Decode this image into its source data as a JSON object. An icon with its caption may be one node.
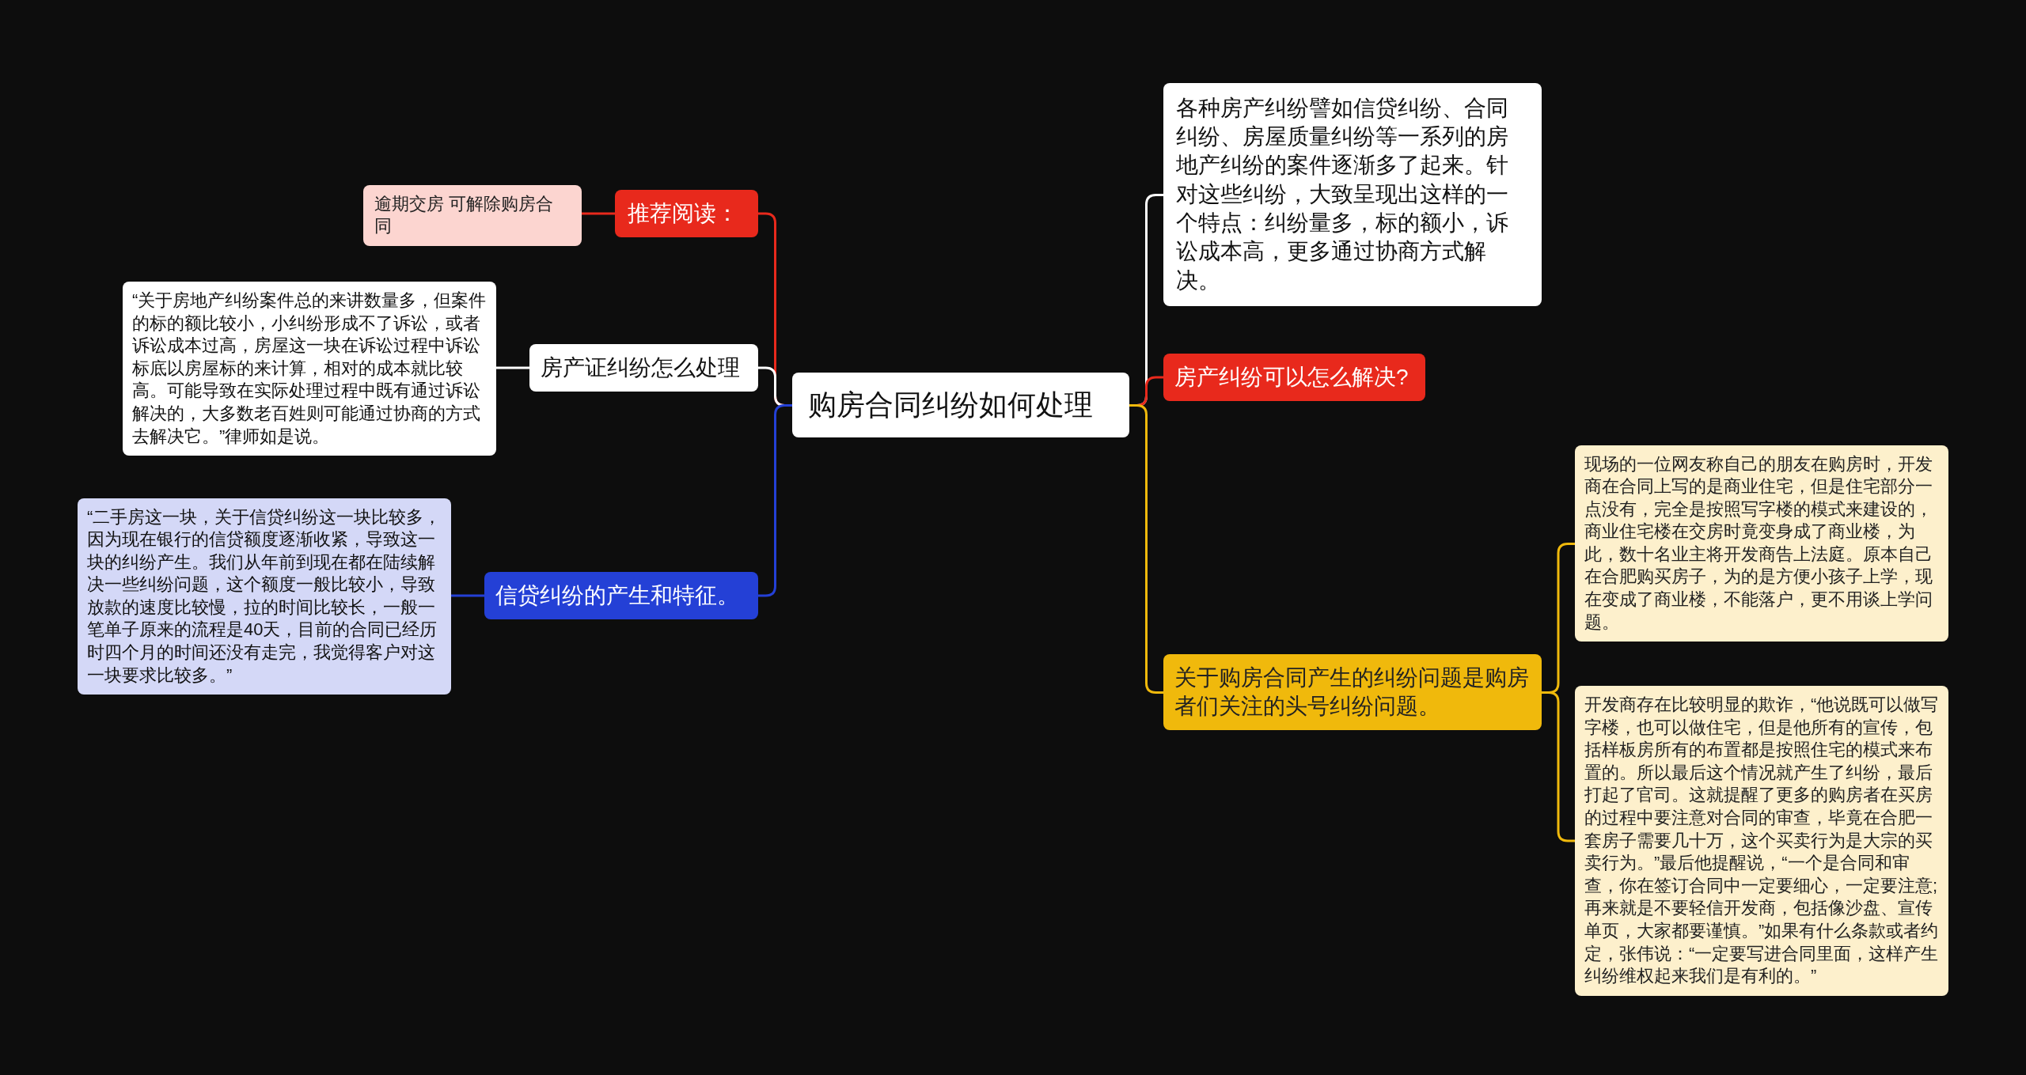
{
  "diagram": {
    "nodes": [
      {
        "text": [
          "购房合同纠纷如何处理"
        ]
      },
      {
        "text": [
          "推荐阅读："
        ]
      },
      {
        "text": [
          "逾期交房 可解除购房合同"
        ]
      },
      {
        "text": [
          "房产证纠纷怎么处理"
        ]
      },
      {
        "text": [
          "“关于房地产纠纷案件总的来讲数量多，但案件的标的额比较小，小纠纷形成不了诉讼，或者诉讼成本过高，房屋这一块在诉讼过程中诉讼标底以房屋标的来计算，相对的成本就比较高。可能导致在实际处理过程中既有通过诉讼解决的，大多数老百姓则可能通过协商的方式去解决它。”律师如是说。"
        ]
      },
      {
        "text": [
          "信贷纠纷的产生和特征。"
        ]
      },
      {
        "text": [
          "“二手房这一块，关于信贷纠纷这一块比较多，因为现在银行的信贷额度逐渐收紧，导致这一块的纠纷产生。我们从年前到现在都在陆续解决一些纠纷问题，这个额度一般比较小，导致放款的速度比较慢，拉的时间比较长，一般一笔单子原来的流程是40天，目前的合同已经历时四个月的时间还没有走完，我觉得客户对这一块要求比较多。”"
        ]
      },
      {
        "text": [
          "各种房产纠纷譬如信贷纠纷、合同纠纷、房屋质量纠纷等一系列的房地产纠纷的案件逐渐多了起来。针对这些纠纷，大致呈现出这样的一个特点：纠纷量多，标的额小，诉讼成本高，更多通过协商方式解决。"
        ]
      },
      {
        "text": [
          "房产纠纷可以怎么解决?"
        ]
      },
      {
        "text": [
          "关于购房合同产生的纠纷问题是购房者们关注的头号纠纷问题。"
        ]
      },
      {
        "text": [
          "现场的一位网友称自己的朋友在购房时，开发商在合同上写的是商业住宅，但是住宅部分一点没有，完全是按照写字楼的模式来建设的，商业住宅楼在交房时竟变身成了商业楼，为此，数十名业主将开发商告上法庭。原本自己在合肥购买房子，为的是方便小孩子上学，现在变成了商业楼，不能落户，更不用谈上学问题。"
        ]
      },
      {
        "text": [
          "开发商存在比较明显的欺诈，“他说既可以做写字楼，也可以做住宅，但是他所有的宣传，包括样板房所有的布置都是按照住宅的模式来布置的。所以最后这个情况就产生了纠纷，最后打起了官司。这就提醒了更多的购房者在买房的过程中要注意对合同的审查，毕竟在合肥一套房子需要几十万，这个买卖行为是大宗的买卖行为。”最后他提醒说，“一个是合同和审查，你在签订合同中一定要细心，一定要注意;再来就是不要轻信开发商，包括像沙盘、宣传单页，大家都要谨慎。”如果有什么条款或者约定，张伟说：“一定要写进合同里面，这样产生纠纷维权起来我们是有利的。”"
        ]
      }
    ],
    "edges": [
      {
        "from": 0,
        "to": 1,
        "arrow": "none",
        "color": "#e8291c"
      },
      {
        "from": 1,
        "to": 2,
        "arrow": "none",
        "color": "#e8291c"
      },
      {
        "from": 0,
        "to": 3,
        "arrow": "none",
        "color": "#ffffff"
      },
      {
        "from": 3,
        "to": 4,
        "arrow": "none",
        "color": "#ffffff"
      },
      {
        "from": 0,
        "to": 5,
        "arrow": "none",
        "color": "#2440d6"
      },
      {
        "from": 5,
        "to": 6,
        "arrow": "none",
        "color": "#2440d6"
      },
      {
        "from": 0,
        "to": 7,
        "arrow": "none",
        "color": "#ffffff"
      },
      {
        "from": 0,
        "to": 8,
        "arrow": "none",
        "color": "#e8291c"
      },
      {
        "from": 0,
        "to": 9,
        "arrow": "none",
        "color": "#f0b90c"
      },
      {
        "from": 9,
        "to": 10,
        "arrow": "none",
        "color": "#f0b90c"
      },
      {
        "from": 9,
        "to": 11,
        "arrow": "none",
        "color": "#f0b90c"
      }
    ]
  }
}
